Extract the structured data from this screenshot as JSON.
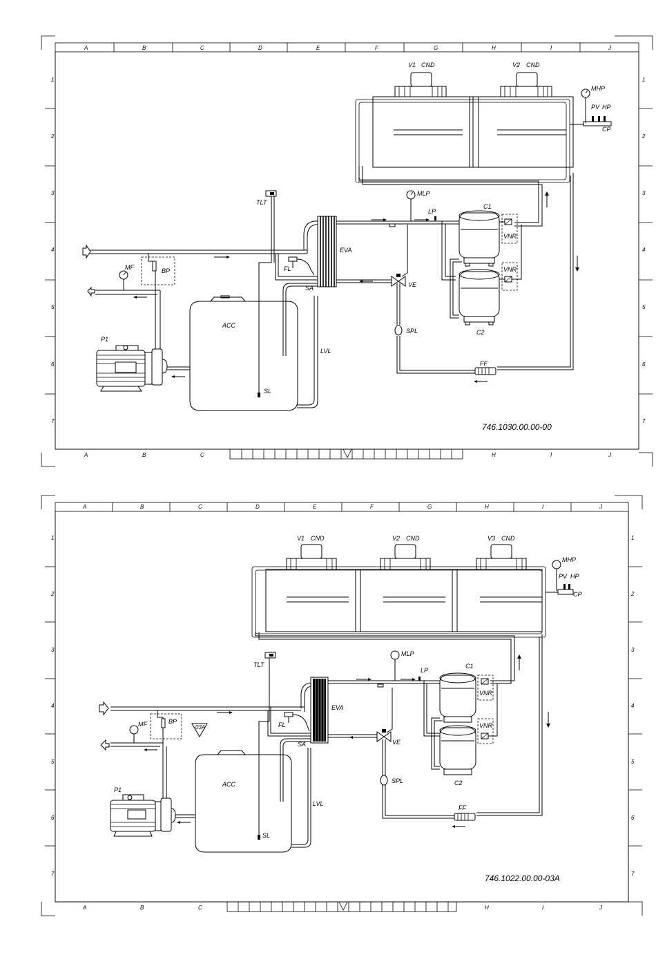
{
  "columns": [
    "A",
    "B",
    "C",
    "D",
    "E",
    "F",
    "G",
    "H",
    "I",
    "J"
  ],
  "rows": [
    "1",
    "2",
    "3",
    "4",
    "5",
    "6",
    "7"
  ],
  "diagram1": {
    "drawing_number": "746.1030.00.00-00",
    "condensers": [
      {
        "fan": "V1",
        "label": "CND"
      },
      {
        "fan": "V2",
        "label": "CND"
      }
    ],
    "labels": {
      "mhp": "MHP",
      "pv": "PV",
      "hp": "HP",
      "cp": "CP",
      "mlp": "MLP",
      "lp": "LP",
      "c1": "C1",
      "c2": "C2",
      "vnr_top": "VNR",
      "vnr_bottom": "VNR",
      "tlt": "TLT",
      "eva": "EVA",
      "fl": "FL",
      "sa": "SA",
      "ve": "VE",
      "spl": "SPL",
      "ff": "FF",
      "mf": "MF",
      "bp": "BP",
      "acc": "ACC",
      "lvl": "LVL",
      "sl": "SL",
      "p1": "P1"
    }
  },
  "diagram2": {
    "drawing_number": "746.1022.00.00-03A",
    "condensers": [
      {
        "fan": "V1",
        "label": "CND"
      },
      {
        "fan": "V2",
        "label": "CND"
      },
      {
        "fan": "V3",
        "label": "CND"
      }
    ],
    "labels": {
      "mhp": "MHP",
      "pv": "PV",
      "hp": "HP",
      "cp": "CP",
      "mlp": "MLP",
      "lp": "LP",
      "c1": "C1",
      "c2": "C2",
      "vnr_top": "VNR",
      "vnr_bottom": "VNR",
      "tlt": "TLT",
      "eva": "EVA",
      "fl": "FL",
      "sa": "SA",
      "ve": "VE",
      "spl": "SPL",
      "ff": "FF",
      "mf": "MF",
      "bp": "BP",
      "acc": "ACC",
      "lvl": "LVL",
      "sl": "SL",
      "p1": "P1",
      "warning": "03A"
    }
  }
}
